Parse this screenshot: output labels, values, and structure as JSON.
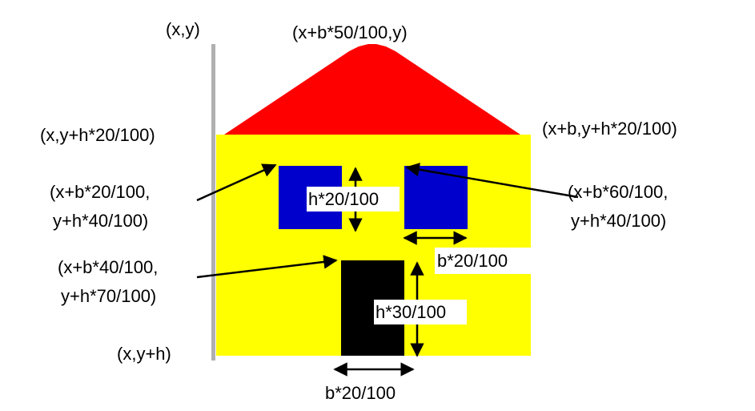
{
  "labels": {
    "top_left": "(x,y)",
    "roof_peak": "(x+b*50/100,y)",
    "roof_left": "(x,y+h*20/100)",
    "roof_right": "(x+b,y+h*20/100)",
    "window_left_line1": "(x+b*20/100,",
    "window_left_line2": "y+h*40/100)",
    "window_right_line1": "(x+b*60/100,",
    "window_right_line2": "y+h*40/100)",
    "window_height": "h*20/100",
    "window_width": "b*20/100",
    "door_line1": "(x+b*40/100,",
    "door_line2": "y+h*70/100)",
    "door_height": "h*30/100",
    "door_width": "b*20/100",
    "bottom_left": "(x,y+h)"
  },
  "colors": {
    "roof": "#ff0000",
    "wall": "#ffff00",
    "window": "#0000cc",
    "door": "#000000",
    "axis": "#b0b0b0",
    "arrow": "#000000"
  }
}
